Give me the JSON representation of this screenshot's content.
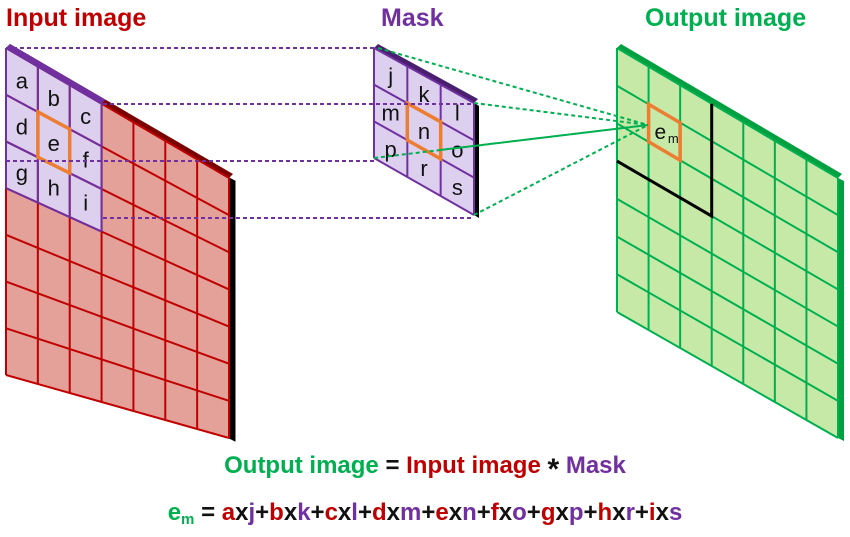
{
  "titles": {
    "input": "Input image",
    "mask": "Mask",
    "output": "Output image"
  },
  "input_letters": [
    "a",
    "b",
    "c",
    "d",
    "e",
    "f",
    "g",
    "h",
    "i"
  ],
  "mask_letters": [
    "j",
    "k",
    "l",
    "m",
    "n",
    "o",
    "p",
    "r",
    "s"
  ],
  "output_cell": {
    "main": "e",
    "sub": "m"
  },
  "equation1": {
    "output": "Output image",
    "equals": "=",
    "input": "Input image",
    "op": "*",
    "mask": "Mask"
  },
  "equation2": {
    "lhs_main": "e",
    "lhs_sub": "m",
    "equals": "=",
    "terms": [
      {
        "a": "a",
        "x": "x",
        "b": "j"
      },
      {
        "a": "b",
        "x": "x",
        "b": "k"
      },
      {
        "a": "c",
        "x": "x",
        "b": "l"
      },
      {
        "a": "d",
        "x": "x",
        "b": "m"
      },
      {
        "a": "e",
        "x": "x",
        "b": "n"
      },
      {
        "a": "f",
        "x": "x",
        "b": "o"
      },
      {
        "a": "g",
        "x": "x",
        "b": "p"
      },
      {
        "a": "h",
        "x": "x",
        "b": "r"
      },
      {
        "a": "i",
        "x": "x",
        "b": "s"
      }
    ],
    "plus": "+"
  },
  "colors": {
    "input": "#c00000",
    "mask": "#7030a0",
    "output": "#00b050",
    "highlight": "#ed7d31"
  }
}
